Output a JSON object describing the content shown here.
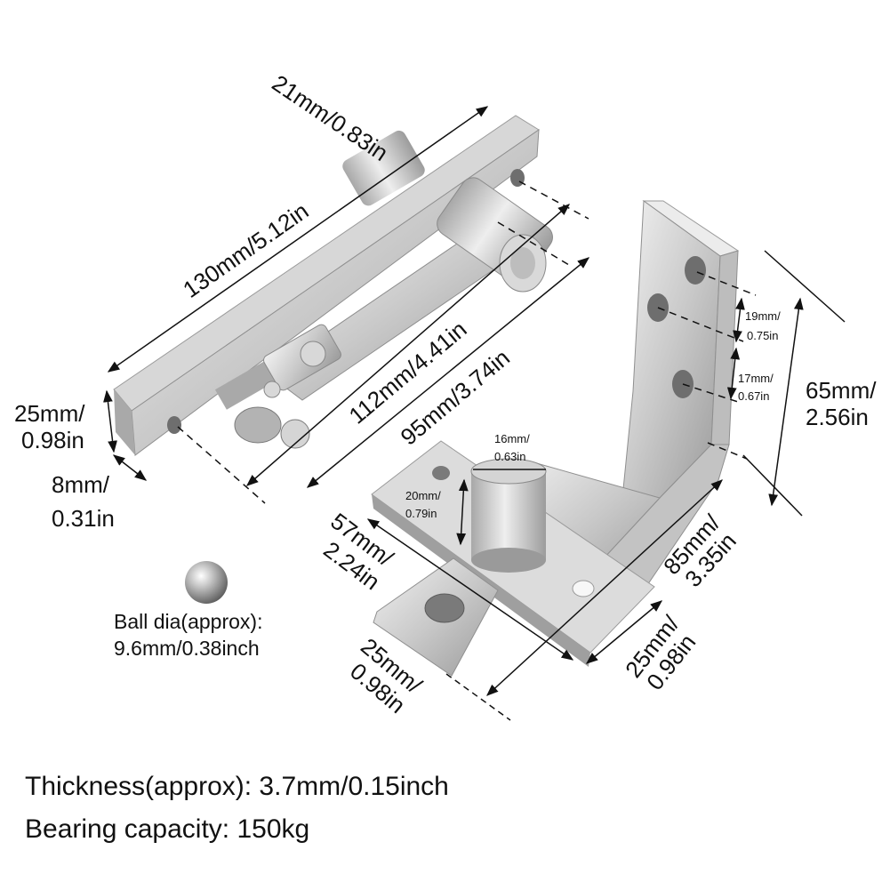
{
  "dimensions": {
    "pin_height": "21mm/0.83in",
    "plate_length": "130mm/5.12in",
    "hole_span": "112mm/4.41in",
    "inner_span": "95mm/3.74in",
    "plate_width_mm": "25mm/",
    "plate_width_in": "0.98in",
    "plate_thickness_mm": "8mm/",
    "plate_thickness_in": "0.31in",
    "bracket_hole_gap_1_mm": "19mm/",
    "bracket_hole_gap_1_in": "0.75in",
    "bracket_hole_gap_2_mm": "17mm/",
    "bracket_hole_gap_2_in": "0.67in",
    "bracket_height_mm": "65mm/",
    "bracket_height_in": "2.56in",
    "pin_dia_mm": "16mm/",
    "pin_dia_in": "0.63in",
    "pin_len_mm": "20mm/",
    "pin_len_in": "0.79in",
    "base_length_mm": "57mm/",
    "base_length_in": "2.24in",
    "bracket_length_mm": "85mm/",
    "bracket_length_in": "3.35in",
    "base_width_mm": "25mm/",
    "base_width_in": "0.98in",
    "bracket_width_mm": "25mm/",
    "bracket_width_in": "0.98in"
  },
  "ball": {
    "label_line1": "Ball dia(approx):",
    "label_line2": "9.6mm/0.38inch"
  },
  "specs": {
    "thickness": "Thickness(approx): 3.7mm/0.15inch",
    "bearing": "Bearing capacity: 150kg"
  },
  "colors": {
    "steel_light": "#e4e4e4",
    "steel_mid": "#bdbdbd",
    "steel_dark": "#8a8a8a",
    "ink": "#111111"
  }
}
